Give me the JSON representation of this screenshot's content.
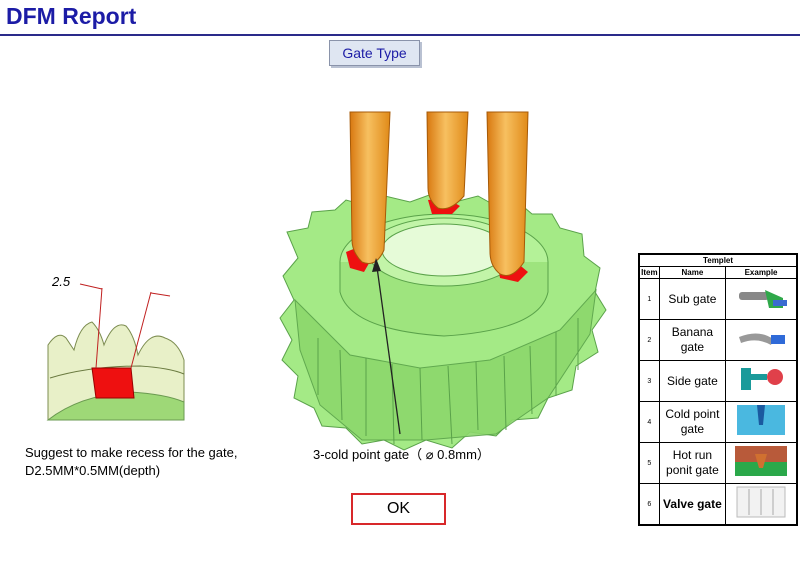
{
  "header": {
    "title": "DFM Report"
  },
  "gate_type_button": {
    "label": "Gate Type"
  },
  "detail": {
    "dimension": "2.5",
    "suggestion": "Suggest to make recess for the gate, D2.5MM*0.5MM(depth)"
  },
  "gear": {
    "label": "3-cold point gate（ ⌀ 0.8mm）"
  },
  "ok_button": {
    "label": "OK"
  },
  "templet": {
    "caption": "Templet",
    "headers": [
      "Item",
      "Name",
      "Example"
    ],
    "rows": [
      {
        "item": "1",
        "name": "Sub gate"
      },
      {
        "item": "2",
        "name": "Banana gate"
      },
      {
        "item": "3",
        "name": "Side gate"
      },
      {
        "item": "4",
        "name": "Cold point gate"
      },
      {
        "item": "5",
        "name": "Hot run ponit gate"
      },
      {
        "item": "6",
        "name": "Valve gate"
      }
    ]
  },
  "colors": {
    "title": "#1c1ca6",
    "gear": "#9be87f",
    "gate": "#f0a028",
    "ok_border": "#d8282a"
  }
}
